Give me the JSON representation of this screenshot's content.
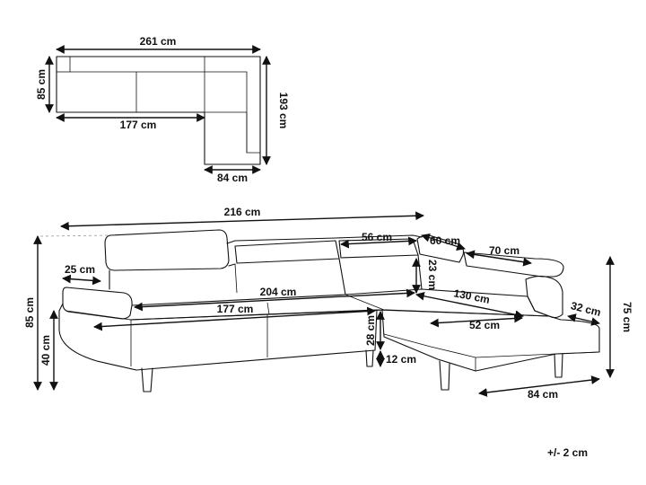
{
  "top_view": {
    "width_total": "261 cm",
    "depth": "85 cm",
    "long_side": "177 cm",
    "chaise_length": "193 cm",
    "chaise_width": "84 cm"
  },
  "perspective": {
    "length_total": "216 cm",
    "headrest_width": "56 cm",
    "corner_width": "60 cm",
    "chaise_headrest": "70 cm",
    "armrest_width": "25 cm",
    "seat_width": "204 cm",
    "backrest_height": "23 cm",
    "chaise_seat_length": "130 cm",
    "seat_length": "177 cm",
    "seat_depth": "52 cm",
    "seat_height_from_base": "28 cm",
    "leg_height": "12 cm",
    "total_height": "85 cm",
    "seat_height": "40 cm",
    "chaise_armrest": "32 cm",
    "back_height": "75 cm",
    "chaise_depth": "84 cm"
  },
  "tolerance": "+/- 2 cm",
  "colors": {
    "line": "#111111",
    "guide": "#999999",
    "background": "#ffffff"
  }
}
